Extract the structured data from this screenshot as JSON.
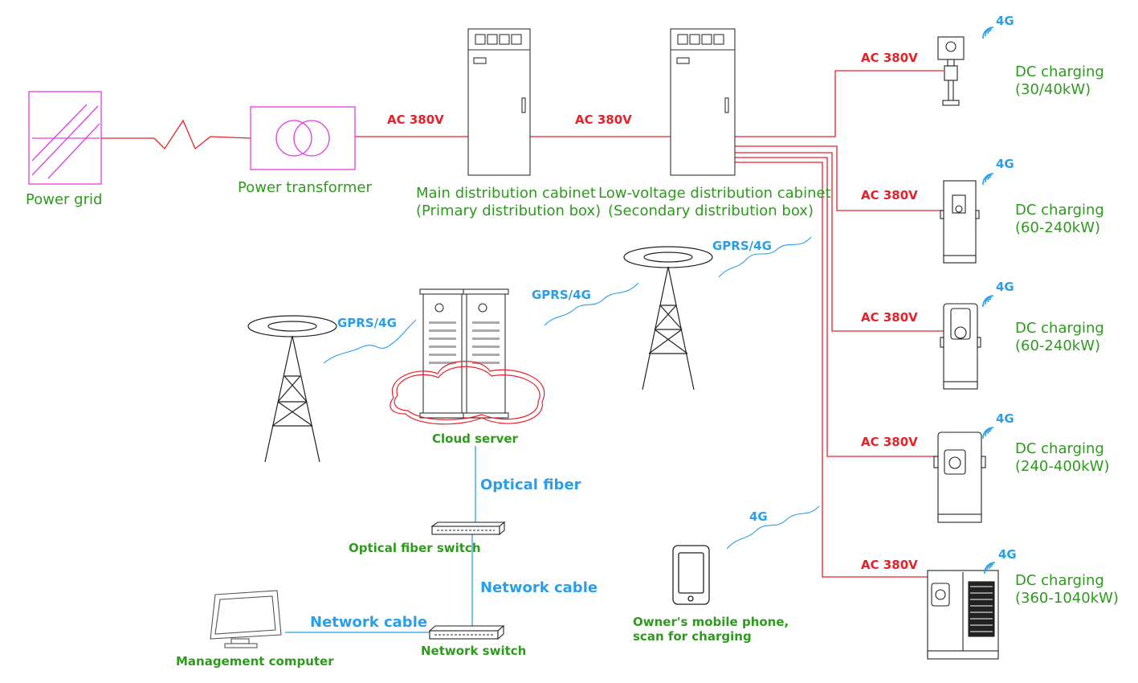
{
  "colors": {
    "power_line": "#e8202a",
    "data_line": "#2a9ee6",
    "label_green": "#2e9a1e",
    "grid_magenta": "#e040e0"
  },
  "nodes": {
    "power_grid": "Power grid",
    "power_transformer": "Power transformer",
    "main_cabinet_line1": "Main distribution cabinet",
    "main_cabinet_line2": "(Primary distribution box)",
    "lv_cabinet_line1": "Low-voltage distribution cabinet",
    "lv_cabinet_line2": "(Secondary distribution box)",
    "cloud_server": "Cloud server",
    "optical_fiber_switch": "Optical fiber switch",
    "network_switch": "Network switch",
    "management_computer": "Management computer",
    "phone_line1": "Owner's mobile phone,",
    "phone_line2": "scan for charging"
  },
  "links": {
    "ac_voltage": "AC 380V",
    "gprs": "GPRS/4G",
    "optical_fiber": "Optical fiber",
    "network_cable": "Network cable",
    "phone_signal": "4G"
  },
  "chargers": [
    {
      "label": "DC charging",
      "power": "(30/40kW)",
      "signal": "4G"
    },
    {
      "label": "DC charging",
      "power": "(60-240kW)",
      "signal": "4G"
    },
    {
      "label": "DC charging",
      "power": "(60-240kW)",
      "signal": "4G"
    },
    {
      "label": "DC charging",
      "power": "(240-400kW)",
      "signal": "4G"
    },
    {
      "label": "DC charging",
      "power": "(360-1040kW)",
      "signal": "4G"
    }
  ]
}
